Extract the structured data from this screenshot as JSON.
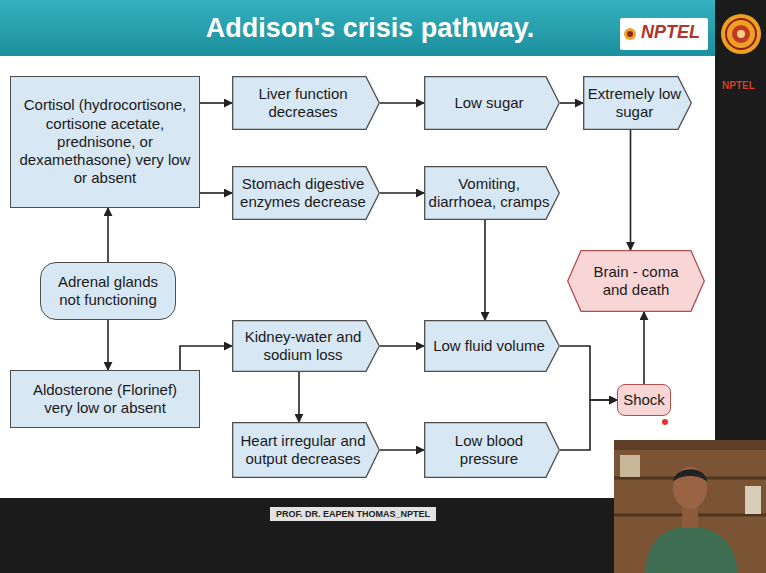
{
  "diagram": {
    "title": "Addison's crisis pathway.",
    "nodes": [
      {
        "text": [
          "Cortisol (hydrocortisone, cortisone acetate, prednisone, or dexamethasone) very low or absent"
        ]
      },
      {
        "text": [
          "Liver function decreases"
        ]
      },
      {
        "text": [
          "Low sugar"
        ]
      },
      {
        "text": [
          "Extremely low sugar"
        ]
      },
      {
        "text": [
          "Stomach digestive enzymes decrease"
        ]
      },
      {
        "text": [
          "Vomiting, diarrhoea, cramps"
        ]
      },
      {
        "text": [
          "Adrenal glands not functioning"
        ]
      },
      {
        "text": [
          "Brain - coma and death"
        ]
      },
      {
        "text": [
          "Aldosterone (Florinef) very low or absent"
        ]
      },
      {
        "text": [
          "Kidney-water and sodium loss"
        ]
      },
      {
        "text": [
          "Low fluid volume"
        ]
      },
      {
        "text": [
          "Shock"
        ]
      },
      {
        "text": [
          "Heart irregular and output decreases"
        ]
      },
      {
        "text": [
          "Low blood pressure"
        ]
      }
    ],
    "edges": [
      {
        "from": 0,
        "to": 1,
        "arrow": "to"
      },
      {
        "from": 1,
        "to": 2,
        "arrow": "to"
      },
      {
        "from": 2,
        "to": 3,
        "arrow": "to"
      },
      {
        "from": 0,
        "to": 4,
        "arrow": "to"
      },
      {
        "from": 4,
        "to": 5,
        "arrow": "to"
      },
      {
        "from": 3,
        "to": 7,
        "arrow": "to"
      },
      {
        "from": 6,
        "to": 0,
        "arrow": "to"
      },
      {
        "from": 6,
        "to": 8,
        "arrow": "to"
      },
      {
        "from": 8,
        "to": 9,
        "arrow": "to"
      },
      {
        "from": 9,
        "to": 10,
        "arrow": "to"
      },
      {
        "from": 9,
        "to": 12,
        "arrow": "to"
      },
      {
        "from": 12,
        "to": 13,
        "arrow": "to"
      },
      {
        "from": 5,
        "to": 10,
        "arrow": "to"
      },
      {
        "from": 10,
        "to": 11,
        "arrow": "to"
      },
      {
        "from": 13,
        "to": 11,
        "arrow": "to"
      },
      {
        "from": 11,
        "to": 7,
        "arrow": "to"
      }
    ],
    "labels": [
      "NPTEL",
      "NPTEL",
      "PROF. DR. EAPEN THOMAS_NPTEL"
    ]
  }
}
